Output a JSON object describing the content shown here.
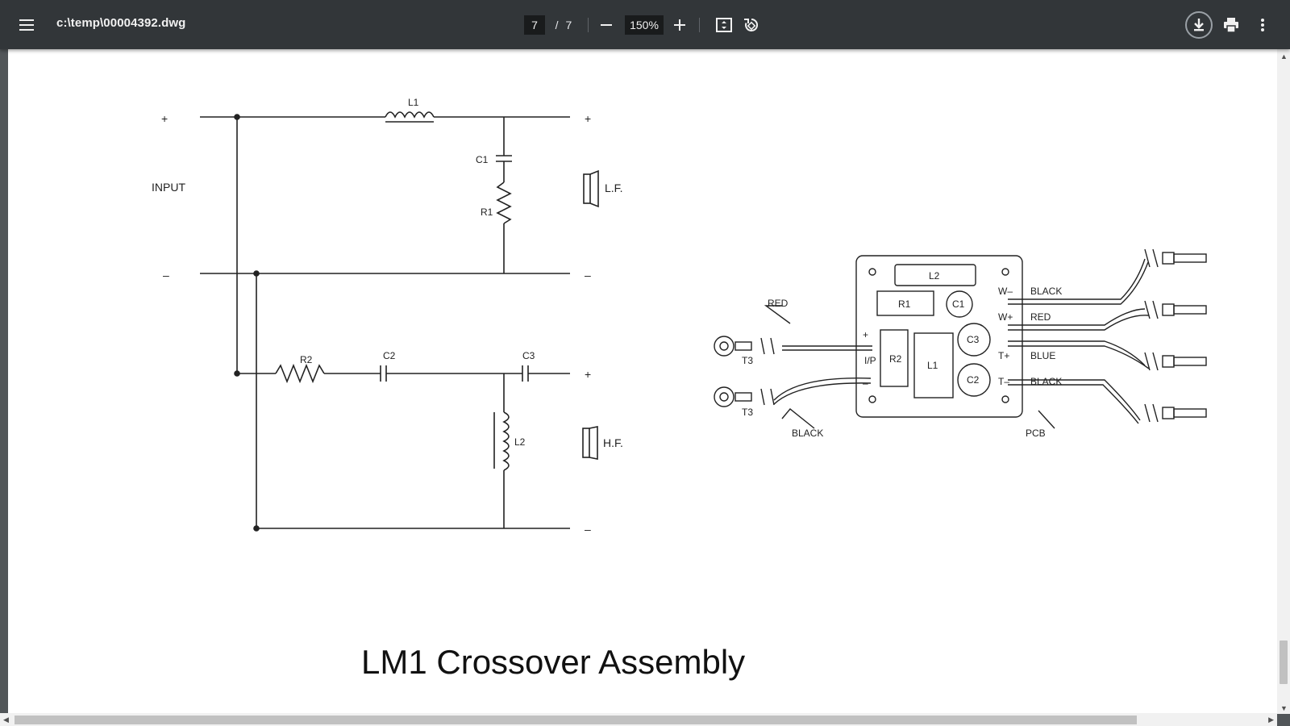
{
  "toolbar": {
    "file_title": "c:\\temp\\00004392.dwg",
    "page_current": "7",
    "page_separator": "/",
    "page_total": "7",
    "zoom_value": "150%"
  },
  "icons": {
    "menu": "menu-icon",
    "zoom_out": "minus-icon",
    "zoom_in": "plus-icon",
    "fit": "fit-to-page-icon",
    "rotate": "rotate-icon",
    "download": "download-icon",
    "print": "print-icon",
    "more": "more-vert-icon"
  },
  "drawing": {
    "caption": "LM1 Crossover Assembly",
    "schematic": {
      "plus_in": "+",
      "minus_in": "–",
      "input_label": "INPUT",
      "plus_lf": "+",
      "minus_lf": "–",
      "plus_hf": "+",
      "minus_hf": "–",
      "lf_label": "L.F.",
      "hf_label": "H.F.",
      "l1": "L1",
      "c1": "C1",
      "r1": "R1",
      "r2": "R2",
      "c2": "C2",
      "c3": "C3",
      "l2": "L2"
    },
    "pcb": {
      "l2": "L2",
      "r1": "R1",
      "c1": "C1",
      "c3": "C3",
      "c2": "C2",
      "r2": "R2",
      "l1": "L1",
      "ip_label": "I/P",
      "ip_plus": "+",
      "ip_minus": "–",
      "w_minus": "W–",
      "w_plus": "W+",
      "t_plus": "T+",
      "t_minus": "T–",
      "wire_black_1": "BLACK",
      "wire_red": "RED",
      "wire_blue": "BLUE",
      "wire_black_2": "BLACK",
      "in_red": "RED",
      "in_black": "BLACK",
      "t3_top": "T3",
      "t3_bottom": "T3",
      "pcb_label": "PCB"
    }
  },
  "colors": {
    "toolbar_bg": "#323639",
    "viewer_bg": "#525659",
    "page_bg": "#ffffff",
    "ink": "#222222"
  }
}
